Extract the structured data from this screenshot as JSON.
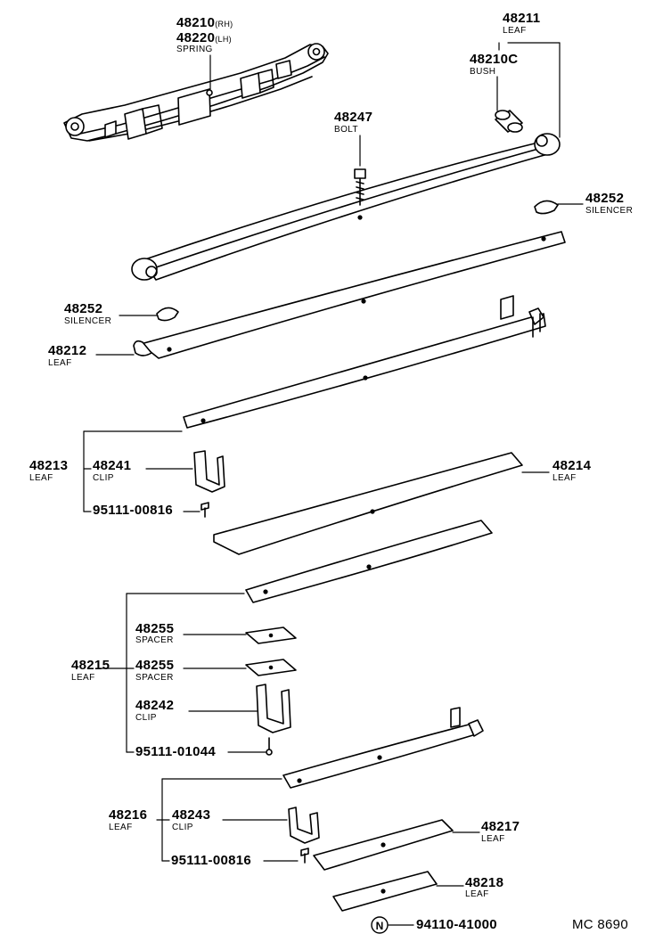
{
  "parts": {
    "spring": {
      "no_rh": "48210",
      "rh_tag": "(RH)",
      "no_lh": "48220",
      "lh_tag": "(LH)",
      "name": "SPRING"
    },
    "leaf_48211": {
      "no": "48211",
      "name": "LEAF"
    },
    "bush": {
      "no": "48210C",
      "name": "BUSH"
    },
    "bolt": {
      "no": "48247",
      "name": "BOLT"
    },
    "silencer_right": {
      "no": "48252",
      "name": "SILENCER"
    },
    "silencer_left": {
      "no": "48252",
      "name": "SILENCER"
    },
    "leaf_48212": {
      "no": "48212",
      "name": "LEAF"
    },
    "leaf_48213": {
      "no": "48213",
      "name": "LEAF"
    },
    "clip_48241": {
      "no": "48241",
      "name": "CLIP"
    },
    "rivet_a": {
      "no": "95111-00816"
    },
    "leaf_48214": {
      "no": "48214",
      "name": "LEAF"
    },
    "leaf_48215": {
      "no": "48215",
      "name": "LEAF"
    },
    "spacer_1": {
      "no": "48255",
      "name": "SPACER"
    },
    "spacer_2": {
      "no": "48255",
      "name": "SPACER"
    },
    "clip_48242": {
      "no": "48242",
      "name": "CLIP"
    },
    "rivet_b": {
      "no": "95111-01044"
    },
    "leaf_48216": {
      "no": "48216",
      "name": "LEAF"
    },
    "clip_48243": {
      "no": "48243",
      "name": "CLIP"
    },
    "rivet_c": {
      "no": "95111-00816"
    },
    "leaf_48217": {
      "no": "48217",
      "name": "LEAF"
    },
    "leaf_48218": {
      "no": "48218",
      "name": "LEAF"
    },
    "nut": {
      "symbol": "N",
      "no": "94110-41000"
    }
  },
  "diagram_code": "MC 8690"
}
